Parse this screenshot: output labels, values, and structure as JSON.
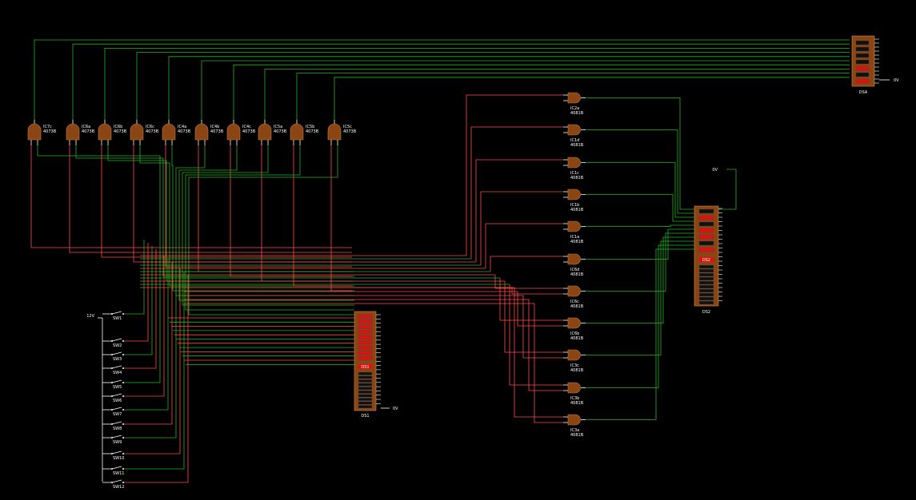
{
  "colors": {
    "background": "#000000",
    "wire_high": "#22b522",
    "wire_low": "#ff4a4a",
    "component": "#8b4513",
    "led_on": "#dd1111",
    "led_off": "#111111",
    "text": "#ffffff"
  },
  "rails": {
    "supply": "12V",
    "ground_dsa": "0V",
    "ground_ds2": "0V",
    "ground_ds1": "0V"
  },
  "and_gates_top": [
    {
      "id": "IC7c",
      "part": "4073B"
    },
    {
      "id": "IC6a",
      "part": "4073B"
    },
    {
      "id": "IC6b",
      "part": "4073B"
    },
    {
      "id": "IC6c",
      "part": "4073B"
    },
    {
      "id": "IC4a",
      "part": "4073B"
    },
    {
      "id": "IC4b",
      "part": "4073B"
    },
    {
      "id": "IC4c",
      "part": "4073B"
    },
    {
      "id": "IC5a",
      "part": "4073B"
    },
    {
      "id": "IC5b",
      "part": "4073B"
    },
    {
      "id": "IC5c",
      "part": "4073B"
    }
  ],
  "and_gates_right": [
    {
      "id": "IC2a",
      "part": "4081B"
    },
    {
      "id": "IC1d",
      "part": "4081B"
    },
    {
      "id": "IC1c",
      "part": "4081B"
    },
    {
      "id": "IC1b",
      "part": "4081B"
    },
    {
      "id": "IC1a",
      "part": "4081B"
    },
    {
      "id": "IC6d",
      "part": "4081B"
    },
    {
      "id": "IC6c",
      "part": "4081B"
    },
    {
      "id": "IC6b",
      "part": "4081B"
    },
    {
      "id": "IC3c",
      "part": "4081B"
    },
    {
      "id": "IC3b",
      "part": "4081B"
    },
    {
      "id": "IC3a",
      "part": "4081B"
    }
  ],
  "switches": [
    "SW1",
    "SW2",
    "SW3",
    "SW4",
    "SW5",
    "SW6",
    "SW7",
    "SW8",
    "SW9",
    "SW10",
    "SW11",
    "SW12"
  ],
  "displays": {
    "dsa": {
      "label": "DSA",
      "segments": [
        0,
        0,
        0,
        0,
        1,
        0,
        1
      ],
      "on_color_index": 1
    },
    "ds2": {
      "label": "DS2",
      "upper": [
        0,
        1,
        0,
        1,
        1,
        0,
        1
      ],
      "badge": "DS2",
      "lower_count": 10
    },
    "ds1": {
      "label": "DS1",
      "upper": [
        1,
        1,
        1,
        1,
        1,
        1,
        1,
        1,
        1
      ],
      "badge": "DS1",
      "lower_count": 10
    }
  }
}
